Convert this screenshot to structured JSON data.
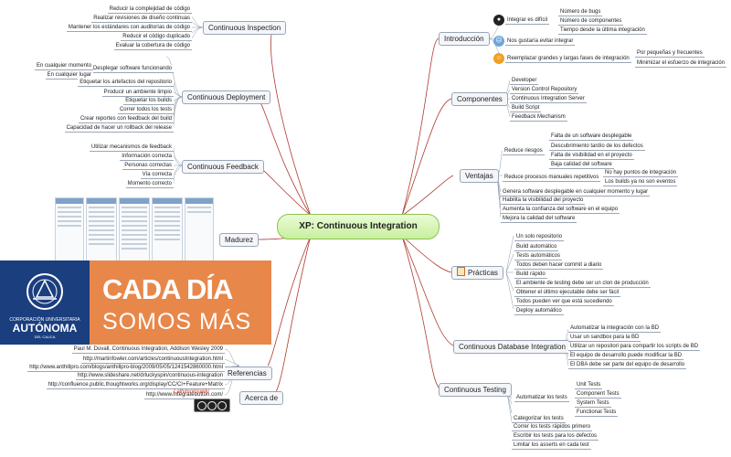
{
  "center": {
    "title": "XP: Continuous Integration"
  },
  "left": {
    "inspection": {
      "label": "Continuous Inspection",
      "items": [
        "Reducir la complejidad de código",
        "Realizar revisiones de diseño continuas",
        "Mantener los estándares con auditorías de código",
        "Reducir el código duplicado",
        "Evaluar la cobertura de código"
      ]
    },
    "deployment": {
      "label": "Continuous Deployment",
      "software": "Desplegar software funcionando",
      "software_children": [
        "En cualquier momento",
        "En cualquier lugar"
      ],
      "items": [
        "Etiquetar los artefactos del repositorio",
        "Producir un ambiente limpio",
        "Etiquetar los builds",
        "Correr todos los tests",
        "Crear reportes con feedback del build",
        "Capacidad de hacer un rollback del release"
      ]
    },
    "feedback": {
      "label": "Continuous Feedback",
      "items": [
        "Utilizar mecanismos de feedback",
        "Información correcta",
        "Personas correctas",
        "Vía correcta",
        "Momento correcto"
      ]
    },
    "madurez": {
      "label": "Madurez"
    },
    "referencias": {
      "label": "Referencias",
      "items": [
        "Paul M. Duvall, Continuous Integration, Addison Wesley 2009",
        "http://martinfowler.com/articles/continuousIntegration.html",
        "http://www.anthillpro.com/blogs/anthillpro-blog/2009/05/05/1241542860000.html",
        "http://www.slideshare.net/drluckyspin/continuous-integration",
        "http://confluence.public.thoughtworks.org/display/CC/CI+Feature+Matrix",
        "http://www.integratebutton.com/"
      ]
    },
    "acerca": {
      "label": "Acerca de",
      "logo": "Lalhimoloswiki"
    }
  },
  "right": {
    "introduccion": {
      "label": "Introducción",
      "difficult": "Integrar es difícil",
      "difficult_children": [
        "Número de bugs",
        "Número de componentes",
        "Tiempo desde la última integración"
      ],
      "avoid": "Nos gustaría evitar integrar",
      "replace": "Reemplazar grandes y largas fases de integración",
      "replace_children": [
        "Por pequeñas y frecuentes",
        "Minimizar el esfuerzo de integración"
      ]
    },
    "componentes": {
      "label": "Componentes",
      "items": [
        "Developer",
        "Version Control Repository",
        "Continuous Integration Server",
        "Build Script",
        "Feedback Mechanism"
      ]
    },
    "ventajas": {
      "label": "Ventajas",
      "riesgos": "Reduce riesgos",
      "riesgos_children": [
        "Falta de un software desplegable",
        "Descubrimiento tardío de los defectos",
        "Falta de visibilidad en el proyecto",
        "Baja calidad del software"
      ],
      "manuales": "Reduce procesos manuales repetitivos",
      "manuales_children": [
        "No hay puntos de integración",
        "Los builds ya no son eventos"
      ],
      "items": [
        "Genera software desplegable en cualquier momento y lugar",
        "Habilita la visibilidad del proyecto",
        "Aumenta la confianza del software en el equipo",
        "Mejora la calidad del software"
      ]
    },
    "practicas": {
      "label": "Prácticas",
      "items": [
        "Un solo repositorio",
        "Build automático",
        "Tests automáticos",
        "Todos deben hacer commit a diario",
        "Build rápido",
        "El ambiente de testing debe ser un clon de producción",
        "Obtener el último ejecutable debe ser fácil",
        "Todos pueden ver que está sucediendo",
        "Deploy automático"
      ]
    },
    "database": {
      "label": "Continuous Database Integration",
      "items": [
        "Automatizar la integración con la BD",
        "Usar un sandbox para la BD",
        "Utilizar un repositori para compartir los scripts de BD",
        "El equipo de desarrollo puede modificar la BD",
        "El DBA debe ser parte del equipo de desarrollo"
      ]
    },
    "testing": {
      "label": "Continuous Testing",
      "auto": "Automatizar los tests",
      "auto_children": [
        "Unit Tests",
        "Component Tests",
        "System Tests",
        "Functional Tests"
      ],
      "items": [
        "Categorizar los tests",
        "Correr los tests rápidos primero",
        "Escribir los tests para los defectos",
        "Limitar los asserts en cada test"
      ]
    }
  },
  "banner": {
    "headline": "CADA DÍA",
    "subline": "SOMOS MÁS",
    "university_pre": "CORPORACIÓN UNIVERSITARIA",
    "university": "AUTÓNOMA",
    "university_post": "DEL CAUCA"
  },
  "colors": {
    "branch": "#c0392b",
    "center_fill": "#d6f5b4",
    "banner_blue": "#1b3e7f",
    "banner_orange": "#e8874a"
  }
}
